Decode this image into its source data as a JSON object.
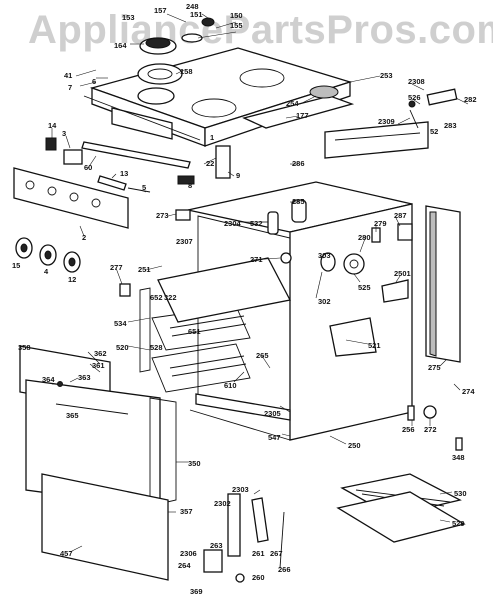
{
  "watermark": "AppliancePartsPros.com",
  "colors": {
    "line": "#111111",
    "background": "#ffffff",
    "watermark": "#cfcfcf"
  },
  "callouts": {
    "c248": "248",
    "c157": "157",
    "c151": "151",
    "c153": "153",
    "c150": "150",
    "c155": "155",
    "c164": "164",
    "c158": "158",
    "c41": "41",
    "c7": "7",
    "c6": "6",
    "c253": "253",
    "c2308": "2308",
    "c282": "282",
    "c526": "526",
    "c254": "254",
    "c177": "177",
    "c2309": "2309",
    "c283": "283",
    "c52": "52",
    "c14": "14",
    "c3": "3",
    "c8": "8",
    "c60": "60",
    "c22": "22",
    "c9": "9",
    "c13": "13",
    "c5": "5",
    "c286": "286",
    "c1": "1",
    "c2": "2",
    "c285": "285",
    "c273": "273",
    "c2304": "2304",
    "c532": "532",
    "c287": "287",
    "c279": "279",
    "c280": "280",
    "c2307": "2307",
    "c271": "271",
    "c303": "303",
    "c15": "15",
    "c4": "4",
    "c12": "12",
    "c277": "277",
    "c251": "251",
    "c2501": "2501",
    "c652": "652",
    "c322": "322",
    "c525": "525",
    "c302": "302",
    "c534": "534",
    "c651": "651",
    "c528": "528",
    "c520": "520",
    "c521": "521",
    "c358": "358",
    "c362": "362",
    "c361": "361",
    "c363": "363",
    "c364": "364",
    "c265": "265",
    "c610": "610",
    "c275": "275",
    "c274": "274",
    "c365": "365",
    "c2305": "2305",
    "c256": "256",
    "c272": "272",
    "c547": "547",
    "c250": "250",
    "c348": "348",
    "c350": "350",
    "c2303": "2303",
    "c530": "530",
    "c2302": "2302",
    "c357": "357",
    "c529": "529",
    "c263": "263",
    "c261": "261",
    "c267": "267",
    "c2306": "2306",
    "c264": "264",
    "c260": "260",
    "c266": "266",
    "c457": "457",
    "c369": "369"
  }
}
